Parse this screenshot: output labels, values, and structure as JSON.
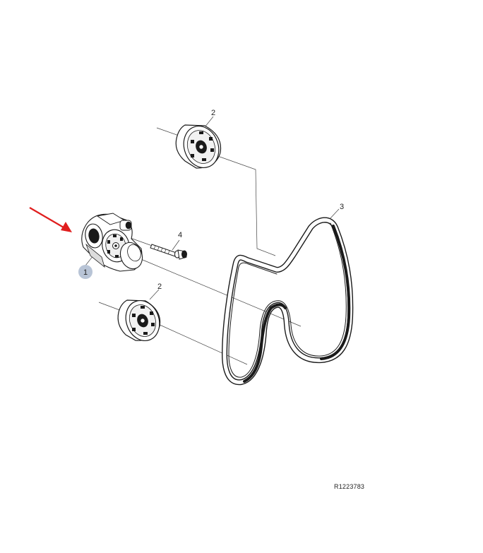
{
  "diagram": {
    "parts": [
      {
        "id": "tensioner",
        "label": "1",
        "highlighted": true
      },
      {
        "id": "idler-upper",
        "label": "2"
      },
      {
        "id": "belt",
        "label": "3"
      },
      {
        "id": "bolt",
        "label": "4"
      },
      {
        "id": "idler-lower",
        "label": "2"
      }
    ],
    "reference_code": "R1223783",
    "colors": {
      "line": "#1a1a1a",
      "leader": "#555555",
      "arrow": "#e01e1e",
      "highlight_badge": "#b8c4d6"
    }
  }
}
